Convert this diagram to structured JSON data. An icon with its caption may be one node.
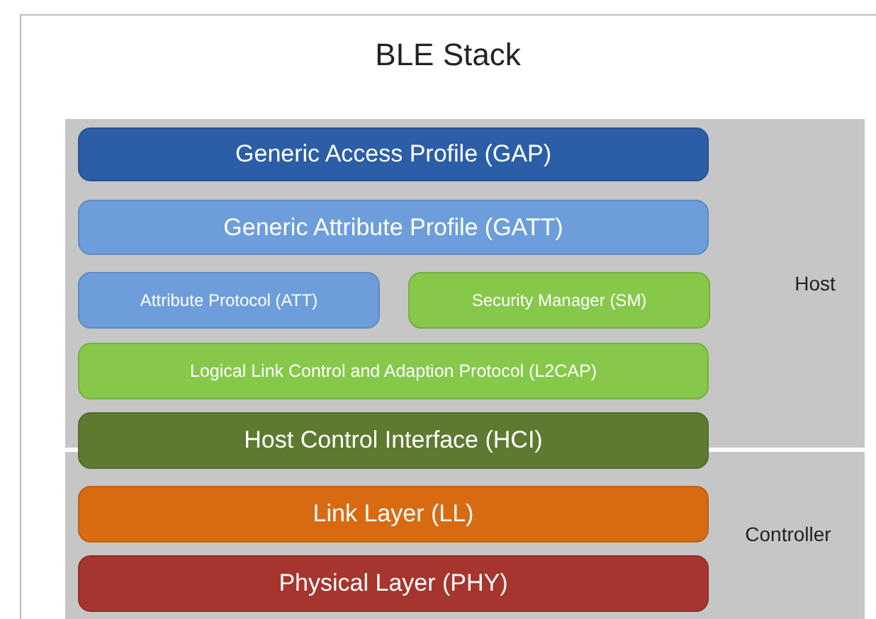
{
  "diagram": {
    "title": "BLE Stack",
    "nodes": [
      {
        "text": [
          "Host"
        ]
      },
      {
        "text": [
          "Generic Access Profile (GAP)"
        ],
        "in": 0
      },
      {
        "text": [
          "Generic Attribute Profile (GATT)"
        ],
        "in": 0
      },
      {
        "text": [
          "Attribute Protocol (ATT)"
        ],
        "in": 0
      },
      {
        "text": [
          "Security Manager (SM)"
        ],
        "in": 0
      },
      {
        "text": [
          "Logical Link Control and Adaption Protocol (L2CAP)"
        ],
        "in": 0
      },
      {
        "text": [
          "Host Control Interface (HCI)"
        ]
      },
      {
        "text": [
          "Controller"
        ]
      },
      {
        "text": [
          "Link Layer (LL)"
        ],
        "in": 7
      },
      {
        "text": [
          "Physical Layer (PHY)"
        ],
        "in": 7
      }
    ]
  }
}
